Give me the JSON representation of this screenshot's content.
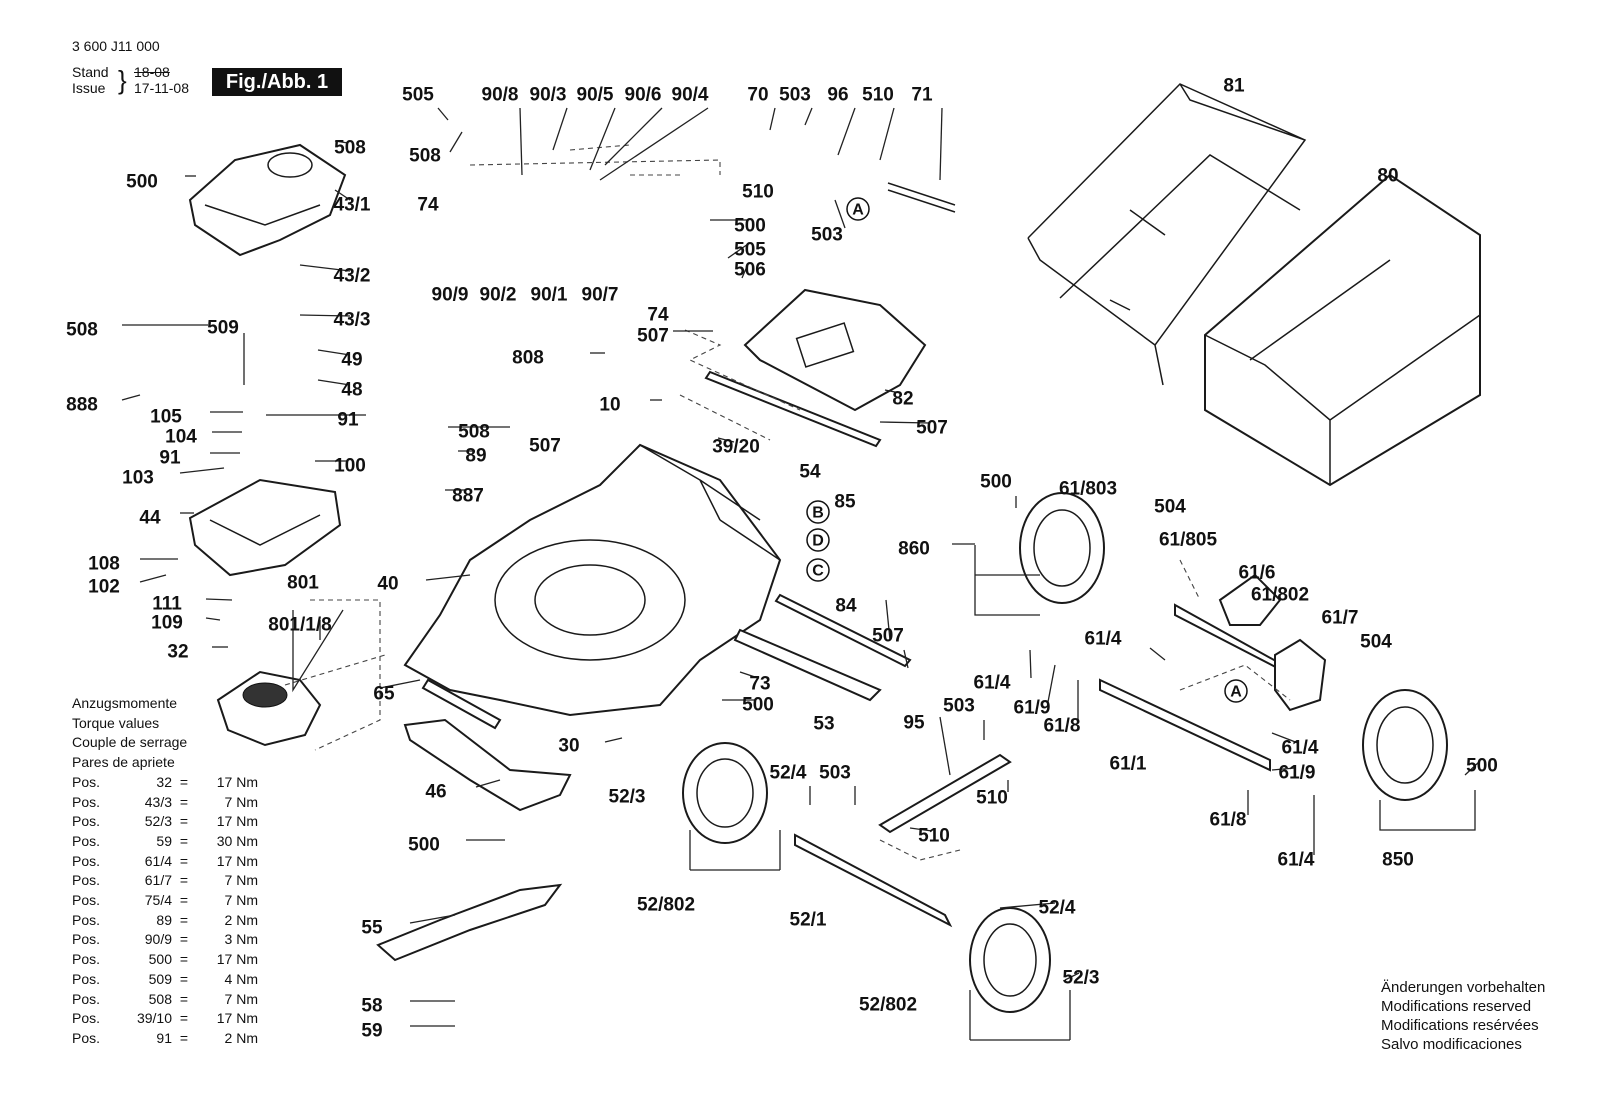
{
  "header": {
    "doc_number": "3 600 J11 000",
    "stand_label": "Stand",
    "issue_label": "Issue",
    "stand_value": "18-08",
    "issue_value": "17-11-08",
    "figure": "Fig./Abb. 1"
  },
  "torque": {
    "titles": [
      "Anzugsmomente",
      "Torque values",
      "Couple de serrage",
      "Pares de apriete"
    ],
    "rows": [
      {
        "pos": "Pos.",
        "item": "32",
        "value": "17 Nm"
      },
      {
        "pos": "Pos.",
        "item": "43/3",
        "value": "7 Nm"
      },
      {
        "pos": "Pos.",
        "item": "52/3",
        "value": "17 Nm"
      },
      {
        "pos": "Pos.",
        "item": "59",
        "value": "30 Nm"
      },
      {
        "pos": "Pos.",
        "item": "61/4",
        "value": "17 Nm"
      },
      {
        "pos": "Pos.",
        "item": "61/7",
        "value": "7 Nm"
      },
      {
        "pos": "Pos.",
        "item": "75/4",
        "value": "7 Nm"
      },
      {
        "pos": "Pos.",
        "item": "89",
        "value": "2 Nm"
      },
      {
        "pos": "Pos.",
        "item": "90/9",
        "value": "3 Nm"
      },
      {
        "pos": "Pos.",
        "item": "500",
        "value": "17 Nm"
      },
      {
        "pos": "Pos.",
        "item": "509",
        "value": "4 Nm"
      },
      {
        "pos": "Pos.",
        "item": "508",
        "value": "7 Nm"
      },
      {
        "pos": "Pos.",
        "item": "39/10",
        "value": "17 Nm"
      },
      {
        "pos": "Pos.",
        "item": "91",
        "value": "2 Nm"
      }
    ]
  },
  "notes": [
    "Änderungen vorbehalten",
    "Modifications reserved",
    "Modifications resérvées",
    "Salvo modificaciones"
  ],
  "callouts": [
    "505",
    "90/8",
    "90/3",
    "90/5",
    "90/6",
    "90/4",
    "70",
    "503",
    "96",
    "510",
    "71",
    "81",
    "80",
    "508",
    "500",
    "508",
    "43/1",
    "74",
    "510",
    "503",
    "500",
    "505",
    "506",
    "43/2",
    "43/3",
    "90/9",
    "90/2",
    "90/1",
    "90/7",
    "74",
    "508",
    "509",
    "49",
    "48",
    "507",
    "808",
    "82",
    "888",
    "105",
    "91",
    "104",
    "10",
    "507",
    "39/20",
    "91",
    "100",
    "508",
    "89",
    "507",
    "54",
    "103",
    "887",
    "85",
    "44",
    "40",
    "108",
    "102",
    "801",
    "111",
    "801/1/8",
    "109",
    "32",
    "500",
    "61/803",
    "504",
    "860",
    "61/805",
    "61/6",
    "61/802",
    "84",
    "61/7",
    "504",
    "507",
    "61/4",
    "61/4",
    "61/9",
    "65",
    "73",
    "500",
    "61/8",
    "95",
    "503",
    "53",
    "61/4",
    "61/1",
    "52/4",
    "503",
    "61/9",
    "500",
    "30",
    "52/3",
    "510",
    "46",
    "510",
    "61/8",
    "61/4",
    "850",
    "500",
    "55",
    "52/802",
    "52/1",
    "52/4",
    "52/3",
    "58",
    "52/802",
    "59"
  ],
  "reference_markers": [
    "A",
    "B",
    "D",
    "C",
    "A"
  ]
}
